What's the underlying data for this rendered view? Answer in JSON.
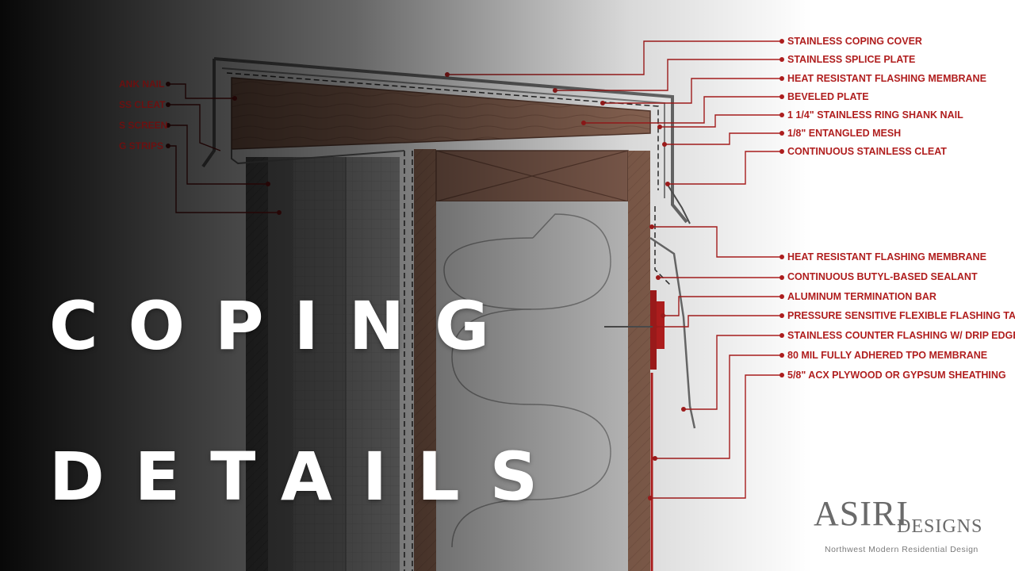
{
  "title": {
    "line1": "COPING",
    "line2": "DETAILS"
  },
  "labels_right": [
    "STAINLESS COPING COVER",
    "STAINLESS SPLICE PLATE",
    "HEAT RESISTANT FLASHING MEMBRANE",
    "BEVELED PLATE",
    "1 1/4\" STAINLESS RING SHANK NAIL",
    "1/8\" ENTANGLED MESH",
    "CONTINUOUS STAINLESS CLEAT",
    "HEAT RESISTANT FLASHING MEMBRANE",
    "CONTINUOUS BUTYL-BASED SEALANT",
    "ALUMINUM TERMINATION BAR",
    "PRESSURE SENSITIVE FLEXIBLE FLASHING TAPE",
    "STAINLESS COUNTER FLASHING W/ DRIP EDGE",
    "80 MIL FULLY ADHERED TPO MEMBRANE",
    "5/8\" ACX PLYWOOD OR GYPSUM SHEATHING"
  ],
  "labels_left": [
    "ANK NAIL",
    "SS CLEAT",
    "S SCREEN",
    "G STRIPS"
  ],
  "logo": {
    "main": "ASIRI",
    "sub": "DESIGNS",
    "tagline": "Northwest Modern Residential Design"
  },
  "colors": {
    "accent_red": "#b01e1e",
    "wood": "#8a6250",
    "wood_light": "#9c7866",
    "insulation": "#cfcfcf",
    "metal": "#6e6e6e",
    "title_text": "#ffffff",
    "logo_text": "#6a6a6a"
  }
}
